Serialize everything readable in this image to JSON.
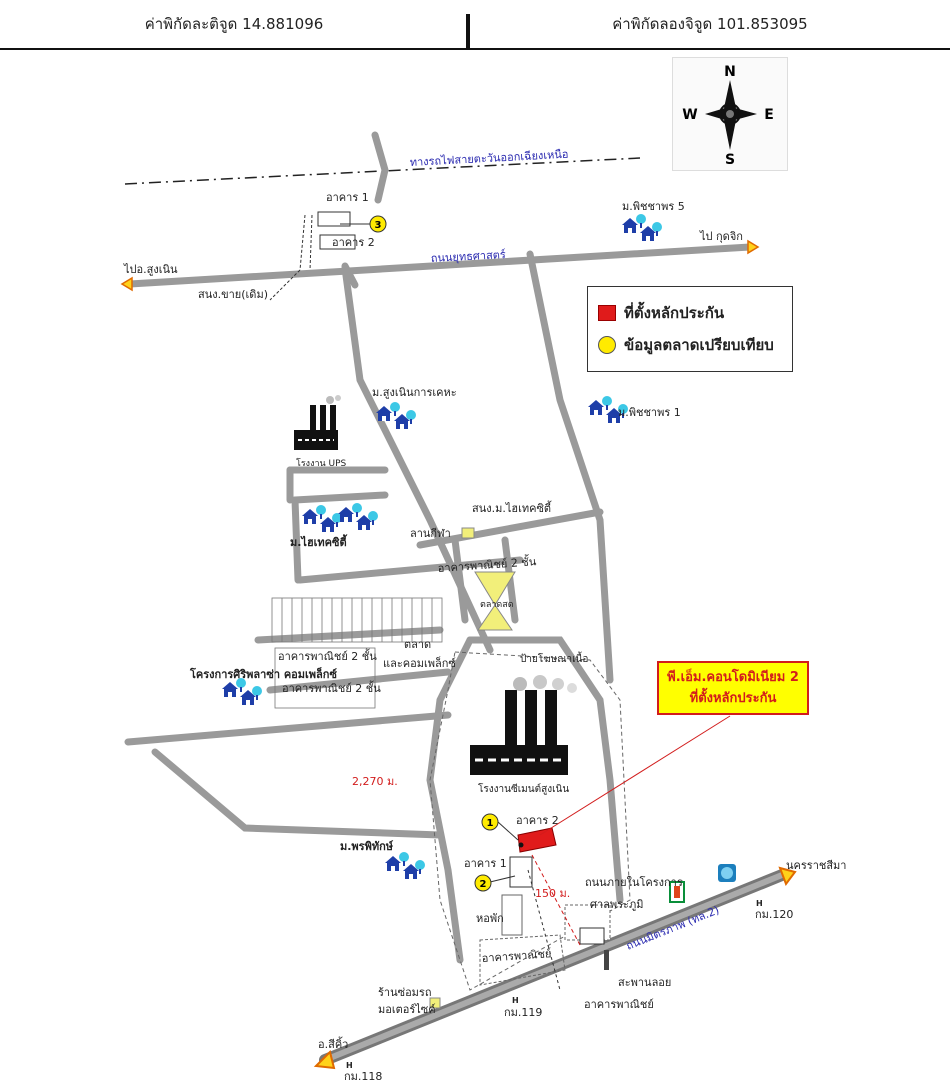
{
  "header": {
    "latitude": "ค่าพิกัดละติจูด 14.881096",
    "longitude": "ค่าพิกัดลองจิจูด 101.853095"
  },
  "compass": {
    "n": "N",
    "s": "S",
    "e": "E",
    "w": "W"
  },
  "legend": {
    "collateral": "ที่ตั้งหลักประกัน",
    "comparable": "ข้อมูลตลาดเปรียบเทียบ"
  },
  "callout": {
    "line1": "พี.เอ็ม.คอนโดมิเนียม 2",
    "line2": "ที่ตั้งหลักประกัน"
  },
  "labels": {
    "railway": "ทางรถไฟสายตะวันออกเฉียงเหนือ",
    "to_sung_noen": "ไปอ.สูงเนิน",
    "to_kut_chik": "ไป กุดจิก",
    "yuttha_road": "ถนนยุทธศาสตร์",
    "building1_top": "อาคาร 1",
    "building2_top": "อาคาร 2",
    "old_station": "สนง.ขาย(เดิม)",
    "phitcharaphon5": "ม.พิชชาพร 5",
    "phitcharaphon1": "ม.พิชชาพร 1",
    "sungnoen_kaikha": "ม.สูงเนินการเคหะ",
    "ups_factory": "โรงงาน UPS",
    "hitech_office": "สนง.ม.ไฮเทคซิตี้",
    "hitech_city": "ม.ไฮเทคซิตี้",
    "sports_ground": "ลานกีฬา",
    "shophouse2": "อาคารพาณิชย์ 2 ชั้น",
    "market": "ตลาดสด",
    "bus_stop": "ป้ายโฆษณาเนื้อ",
    "siriphat_project": "โครงการศิริพลาซ่า คอมเพล็กซ์",
    "shophouse2a": "อาคารพาณิชย์ 2 ชั้น",
    "shophouse2b": "อาคารพาณิชย์ 2 ชั้น",
    "market_complex_1": "ตลาด",
    "market_complex_2": "และคอมเพล็กซ์",
    "distance_2270": "2,270 ม.",
    "cement_factory": "โรงงานซีเมนต์สูงเนิน",
    "building2_site": "อาคาร 2",
    "building1_site": "อาคาร 1",
    "phorphithak": "ม.พรพิทักษ์",
    "distance_150": "150 ม.",
    "inner_road": "ถนนภายในโครงการ",
    "temple": "ศาลพระภูมิ",
    "dorm": "หอพัก",
    "shophouse_site": "อาคารพาณิชย์",
    "mittraphap_road": "ถนนมิตรภาพ (ทล.2)",
    "footbridge": "สะพานลอย",
    "shophouse_bottom": "อาคารพาณิชย์",
    "motor_shop_1": "ร้านซ่อมรถ",
    "motor_shop_2": "มอเตอร์ไซค์",
    "km119": "กม.119",
    "km120": "กม.120",
    "km118": "กม.118",
    "nakhon_ratchasima": "นครราชสีมา",
    "sikhio": "อ.สีคิ้ว",
    "marker1": "1",
    "marker2": "2",
    "marker3": "3",
    "km_h": "H"
  },
  "colors": {
    "road": "#9a9a9a",
    "road_edge": "#666666",
    "collateral": "#e01b1b",
    "comparable": "#ffeb00",
    "house_blue": "#1e3ea8",
    "tree_cyan": "#3cc8e6",
    "road_label": "#2a2ab0",
    "callout_bg": "#ffff00",
    "distance_red": "#d21c1c"
  }
}
